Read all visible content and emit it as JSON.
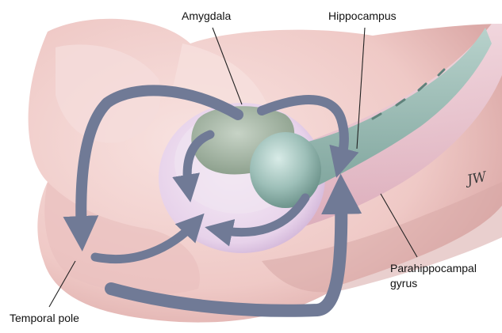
{
  "labels": {
    "amygdala": "Amygdala",
    "hippocampus": "Hippocampus",
    "parahippocampal_line1": "Parahippocampal",
    "parahippocampal_line2": "gyrus",
    "temporal_pole": "Temporal pole"
  },
  "signature": "JW",
  "colors": {
    "tissue_pink": "#f2d3d1",
    "tissue_shadow": "#d8a9a8",
    "gyrus_band": "#e9c6cf",
    "ring_lilac": "#eedff0",
    "amygdala_green": "#a7b7a7",
    "hippocampus_teal": "#8fb3ac",
    "arrow_slate": "#707a96",
    "leader_line": "#222222"
  }
}
